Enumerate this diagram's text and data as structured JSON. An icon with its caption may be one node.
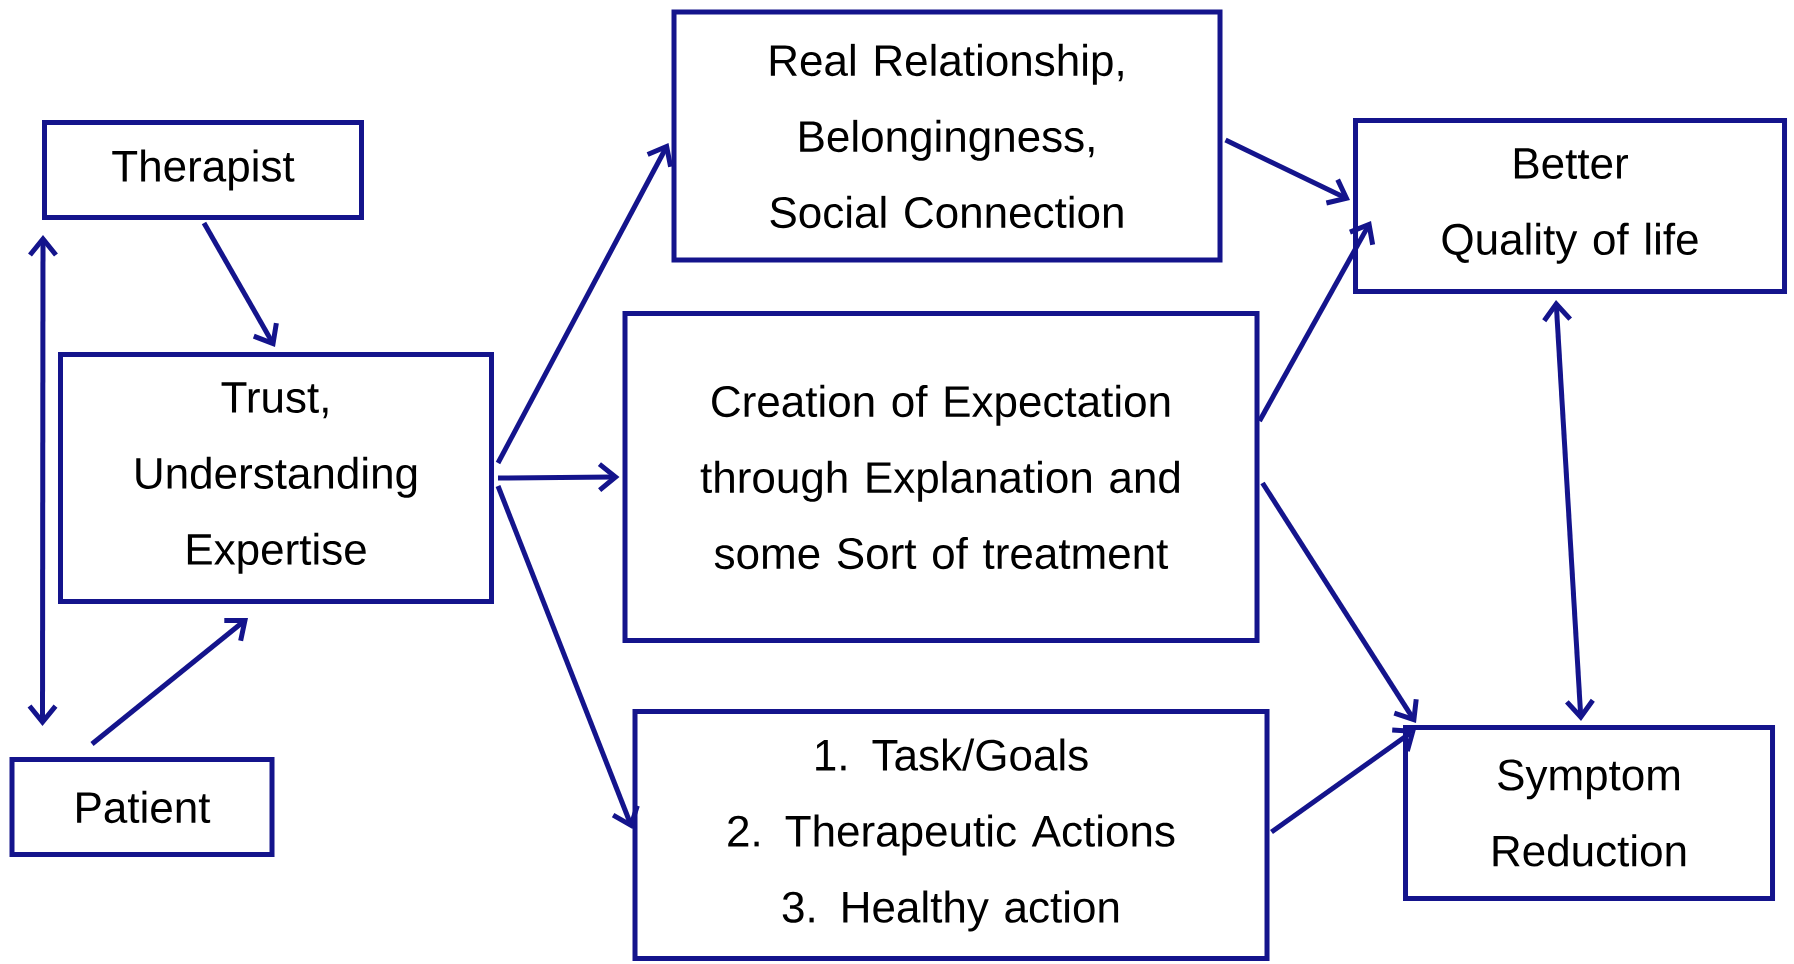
{
  "diagram": {
    "nodes": [
      {
        "text": [
          "Therapist"
        ]
      },
      {
        "text": [
          "Trust, Understanding Expertise"
        ]
      },
      {
        "text": [
          "Patient"
        ]
      },
      {
        "text": [
          "Real Relationship, Belongingness, Social Connection"
        ]
      },
      {
        "text": [
          "Creation of Expectation through Explanation and some Sort of treatment"
        ]
      },
      {
        "text": [
          "1.  Task/Goals",
          "2.  Therapeutic Actions",
          "3.  Healthy action"
        ]
      },
      {
        "text": [
          "Better Quality of life"
        ]
      },
      {
        "text": [
          "Symptom Reduction"
        ]
      }
    ],
    "edges": [
      {
        "from": 0,
        "to": 1,
        "arrow": "to"
      },
      {
        "from": 2,
        "to": 1,
        "arrow": "to"
      },
      {
        "from": 0,
        "to": 2,
        "arrow": "both"
      },
      {
        "from": 1,
        "to": 3,
        "arrow": "to"
      },
      {
        "from": 1,
        "to": 4,
        "arrow": "to"
      },
      {
        "from": 1,
        "to": 5,
        "arrow": "to"
      },
      {
        "from": 3,
        "to": 6,
        "arrow": "to"
      },
      {
        "from": 4,
        "to": 6,
        "arrow": "to"
      },
      {
        "from": 4,
        "to": 7,
        "arrow": "to"
      },
      {
        "from": 5,
        "to": 7,
        "arrow": "to"
      },
      {
        "from": 6,
        "to": 7,
        "arrow": "both"
      }
    ]
  }
}
